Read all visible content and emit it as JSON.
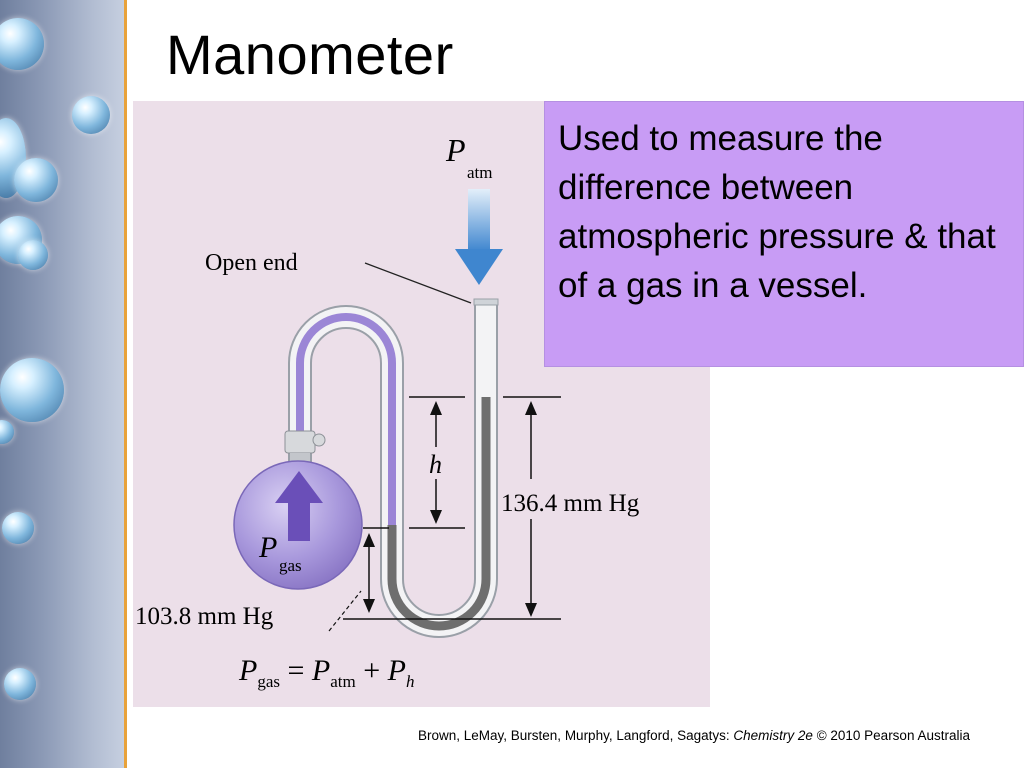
{
  "slide": {
    "title": "Manometer",
    "callout": "Used to measure the difference between atmospheric pressure & that of a gas in a vessel.",
    "citation": {
      "authors": "Brown, LeMay, Bursten, Murphy, Langford, Sagatys: ",
      "book": "Chemistry 2e",
      "copyright": " © 2010 Pearson Australia"
    }
  },
  "figure": {
    "p_atm_symbol": "P",
    "p_atm_sub": "atm",
    "open_end_label": "Open end",
    "h_label": "h",
    "right_measure": "136.4 mm Hg",
    "left_measure": "103.8 mm Hg",
    "p_gas_symbol": "P",
    "p_gas_sub": "gas",
    "equation": {
      "lhs_symbol": "P",
      "lhs_sub": "gas",
      "equals": " = ",
      "atm_symbol": "P",
      "atm_sub": "atm",
      "plus": " + ",
      "h_symbol": "P",
      "h_sub": "h"
    }
  },
  "colors": {
    "accent_border": "#e8a23a",
    "callout_bg": "#c89cf5",
    "figure_bg": "#ecdfe9",
    "gas_purple": "#9b86d6",
    "mercury": "#6e6e6e"
  }
}
